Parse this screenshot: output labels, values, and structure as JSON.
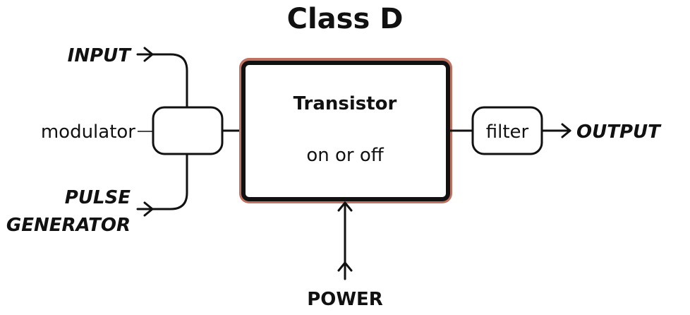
{
  "title": "Class D",
  "inputs": {
    "input": "INPUT",
    "pulse_line1": "PULSE",
    "pulse_line2": "GENERATOR"
  },
  "modulator": {
    "label": "modulator"
  },
  "transistor": {
    "title": "Transistor",
    "subtitle": "on or off"
  },
  "filter": {
    "label": "filter"
  },
  "output": {
    "label": "OUTPUT"
  },
  "power": {
    "label": "POWER"
  },
  "colors": {
    "transistor_border": "#c07060",
    "ink": "#111111"
  }
}
